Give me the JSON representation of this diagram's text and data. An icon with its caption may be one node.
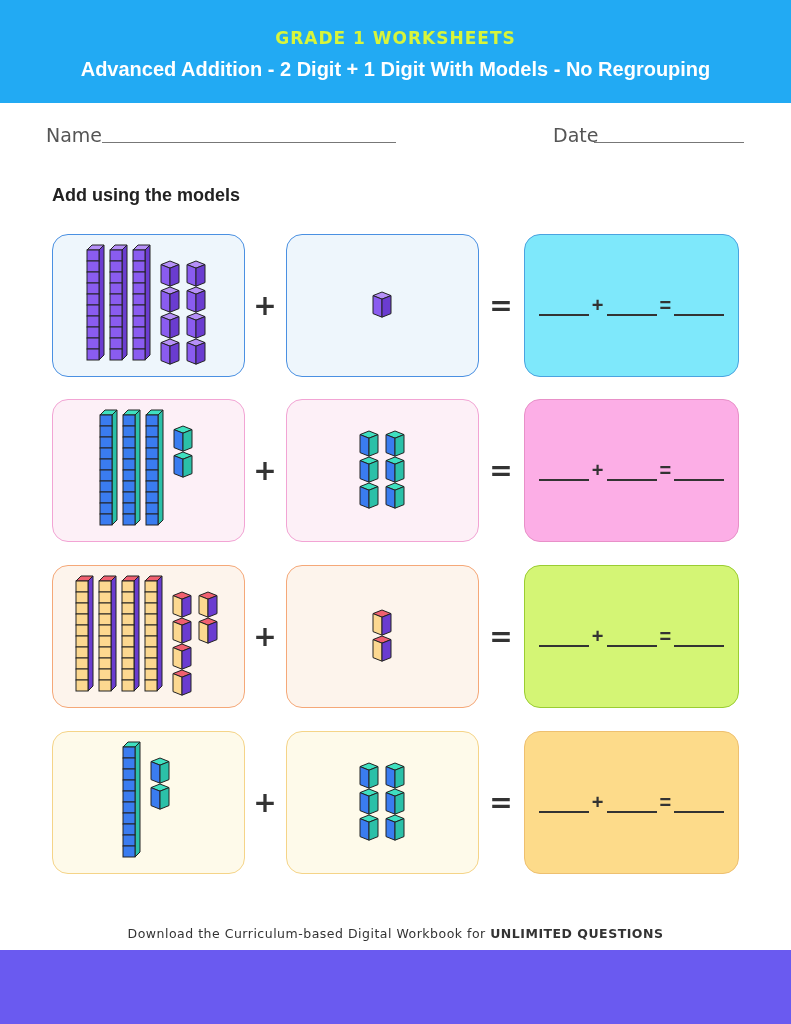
{
  "diagram": {
    "title": "Advanced Addition - 2 Digit + 1 Digit With Models - No Regrouping",
    "nodes": [
      {
        "text": [],
        "shape": "picture"
      },
      {
        "text": [],
        "shape": "picture"
      },
      {
        "text": [
          "+",
          "="
        ]
      },
      {
        "text": [],
        "shape": "picture"
      },
      {
        "text": [],
        "shape": "picture"
      },
      {
        "text": [
          "+",
          "="
        ]
      },
      {
        "text": [],
        "shape": "picture"
      },
      {
        "text": [],
        "shape": "picture"
      },
      {
        "text": [
          "+",
          "="
        ]
      },
      {
        "text": [],
        "shape": "picture"
      },
      {
        "text": [],
        "shape": "picture"
      },
      {
        "text": [
          "+",
          "="
        ]
      }
    ],
    "labels": [
      "GRADE 1 WORKSHEETS",
      "Name",
      "Date",
      "Add using the models",
      "+",
      "=",
      "+",
      "=",
      "+",
      "=",
      "+",
      "=",
      "Download the Curriculum-based Digital Workbook for **UNLIMITED QUESTIONS**"
    ]
  }
}
